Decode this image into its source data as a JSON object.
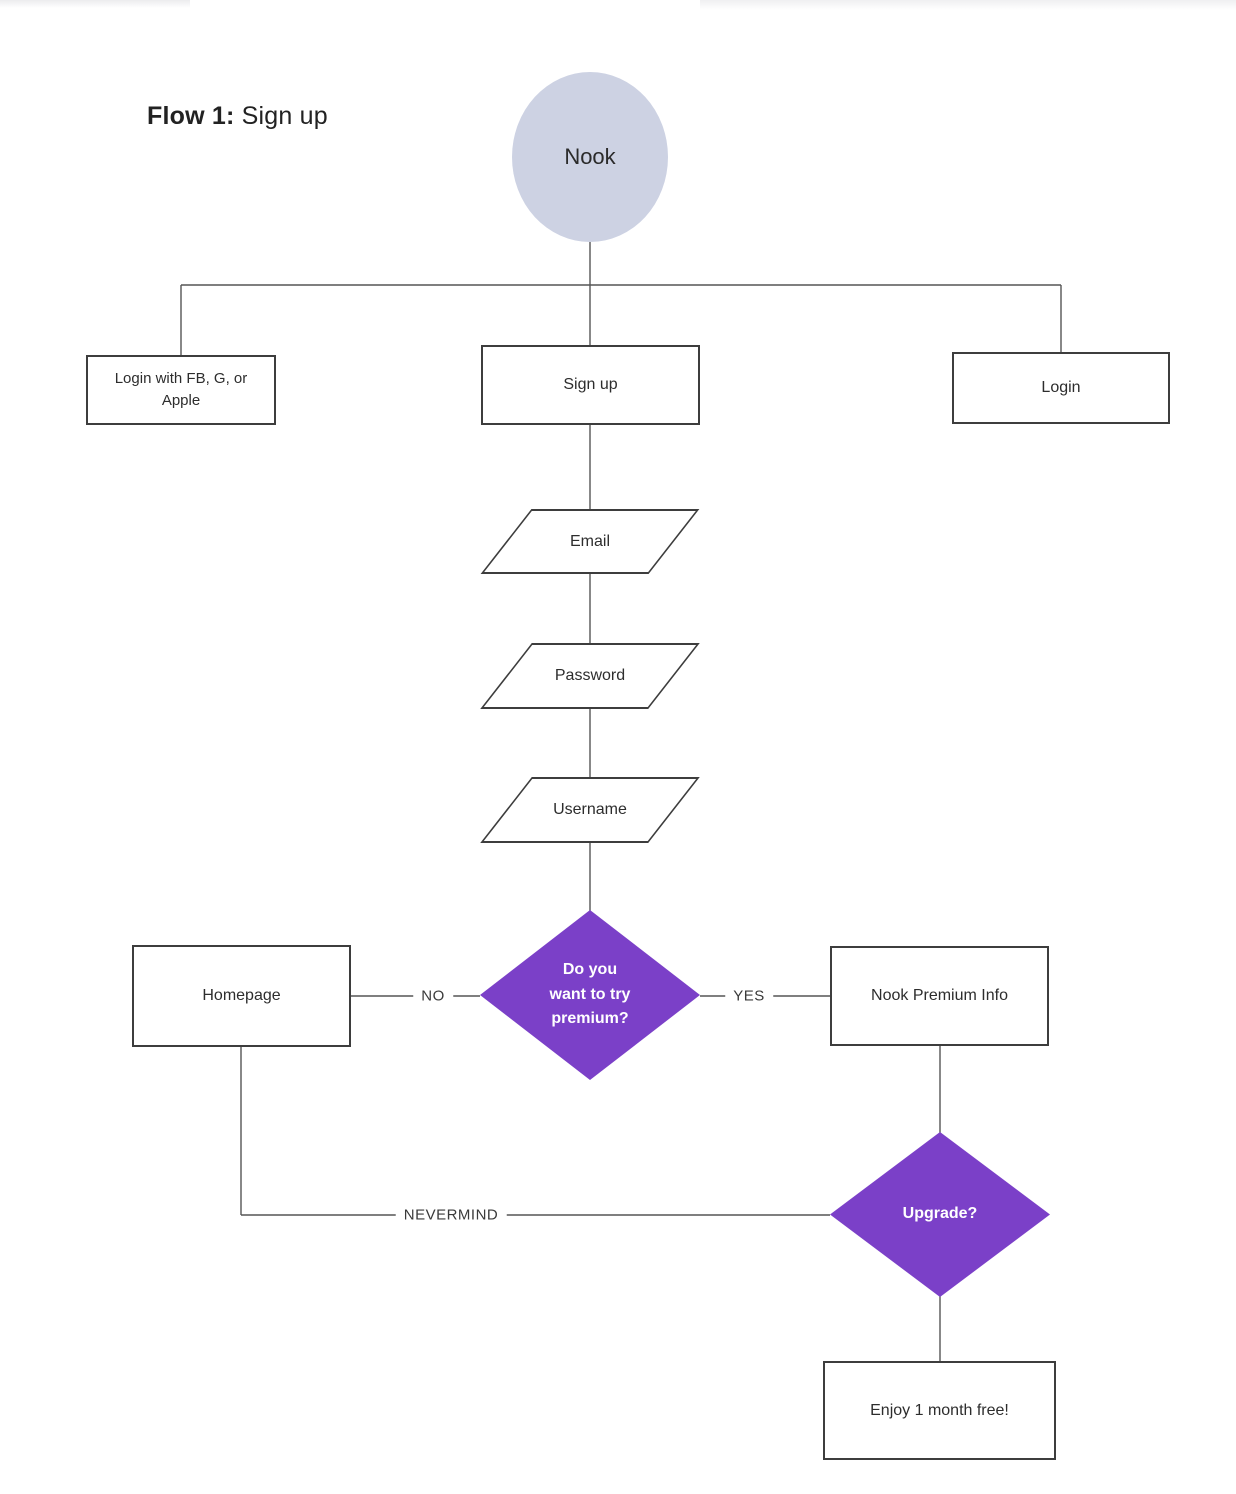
{
  "colors": {
    "decision_fill": "#7b40c8",
    "start_fill": "#cdd2e3",
    "connector": "#555555",
    "node_border": "#3d3d3d",
    "node_text": "#2d2d2d",
    "decision_text": "#ffffff",
    "edge_label_text": "#3a3a3a"
  },
  "title": {
    "prefix": "Flow 1:",
    "rest": " Sign up"
  },
  "flowchart": {
    "start": {
      "label": "Nook"
    },
    "nodes": {
      "login_social": {
        "label": "Login with FB, G, or Apple"
      },
      "sign_up": {
        "label": "Sign up"
      },
      "login": {
        "label": "Login"
      },
      "email": {
        "label": "Email"
      },
      "password": {
        "label": "Password"
      },
      "username": {
        "label": "Username"
      },
      "premium_decision": {
        "label": "Do you\nwant to try\npremium?"
      },
      "homepage": {
        "label": "Homepage"
      },
      "nook_premium_info": {
        "label": "Nook Premium Info"
      },
      "upgrade_decision": {
        "label": "Upgrade?"
      },
      "enjoy_free": {
        "label": "Enjoy 1 month free!"
      }
    },
    "edge_labels": {
      "no": "NO",
      "yes": "YES",
      "nevermind": "NEVERMIND"
    }
  }
}
